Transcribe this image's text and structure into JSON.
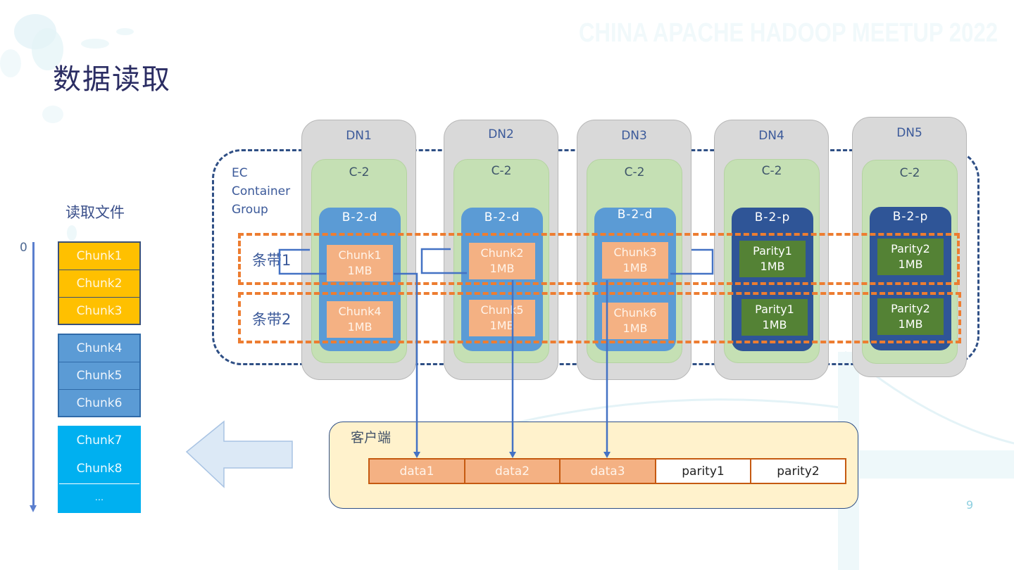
{
  "slide": {
    "title": "数据读取",
    "watermark": "CHINA APACHE HADOOP MEETUP 2022",
    "page_number": "9"
  },
  "file": {
    "label": "读取文件",
    "axis_start": "0",
    "groups": [
      {
        "color": "#ffc000",
        "chunks": [
          "Chunk1",
          "Chunk2",
          "Chunk3"
        ]
      },
      {
        "color": "#5b9bd5",
        "chunks": [
          "Chunk4",
          "Chunk5",
          "Chunk6"
        ]
      },
      {
        "color": "#00b0f0",
        "chunks": [
          "Chunk7",
          "Chunk8",
          "..."
        ]
      }
    ]
  },
  "ec_group": {
    "label_lines": [
      "EC",
      "Container",
      "Group"
    ]
  },
  "stripes": [
    "条带1",
    "条带2"
  ],
  "datanodes": [
    {
      "name": "DN1",
      "container": "C-2",
      "block": "B-2-d",
      "type": "data",
      "cells": [
        {
          "name": "Chunk1",
          "size": "1MB"
        },
        {
          "name": "Chunk4",
          "size": "1MB"
        }
      ]
    },
    {
      "name": "DN2",
      "container": "C-2",
      "block": "B-2-d",
      "type": "data",
      "cells": [
        {
          "name": "Chunk2",
          "size": "1MB"
        },
        {
          "name": "Chunk5",
          "size": "1MB"
        }
      ]
    },
    {
      "name": "DN3",
      "container": "C-2",
      "block": "B-2-d",
      "type": "data",
      "cells": [
        {
          "name": "Chunk3",
          "size": "1MB"
        },
        {
          "name": "Chunk6",
          "size": "1MB"
        }
      ]
    },
    {
      "name": "DN4",
      "container": "C-2",
      "block": "B-2-p",
      "type": "parity",
      "cells": [
        {
          "name": "Parity1",
          "size": "1MB"
        },
        {
          "name": "Parity1",
          "size": "1MB"
        }
      ]
    },
    {
      "name": "DN5",
      "container": "C-2",
      "block": "B-2-p",
      "type": "parity",
      "cells": [
        {
          "name": "Parity2",
          "size": "1MB"
        },
        {
          "name": "Parity2",
          "size": "1MB"
        }
      ]
    }
  ],
  "client": {
    "label": "客户端",
    "buffers": [
      "data1",
      "data2",
      "data3",
      "parity1",
      "parity2"
    ]
  },
  "colors": {
    "stripe_border": "#ed7d31",
    "ec_border": "#2f4f85",
    "data_block": "#5b9bd5",
    "parity_block": "#2f5597",
    "data_cell": "#f4b183",
    "parity_cell": "#548235",
    "connector": "#4472c4"
  }
}
